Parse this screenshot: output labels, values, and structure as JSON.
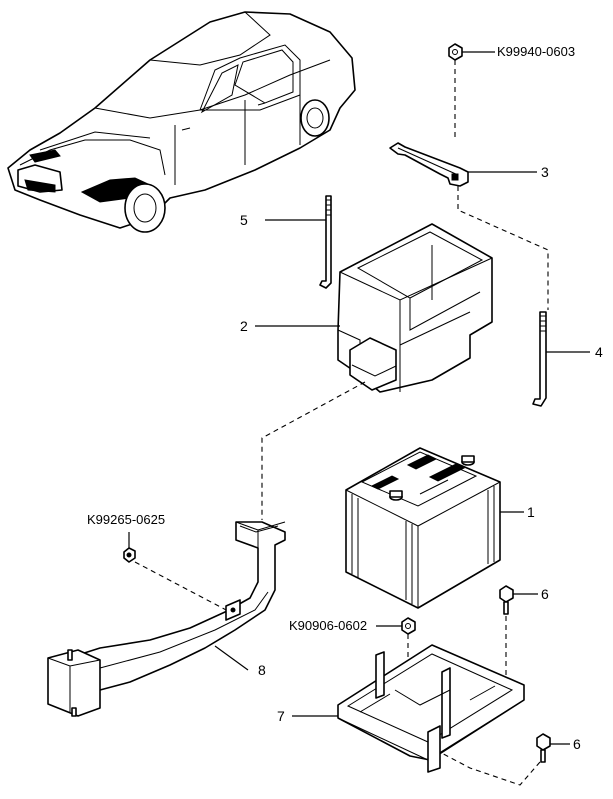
{
  "callouts": {
    "c1": "1",
    "c2": "2",
    "c3": "3",
    "c4": "4",
    "c5": "5",
    "c6a": "6",
    "c6b": "6",
    "c7": "7",
    "c8": "8"
  },
  "part_numbers": {
    "nut_top": "K99940-0603",
    "clip_duct": "K99265-0625",
    "nut_tray": "K90906-0602"
  }
}
